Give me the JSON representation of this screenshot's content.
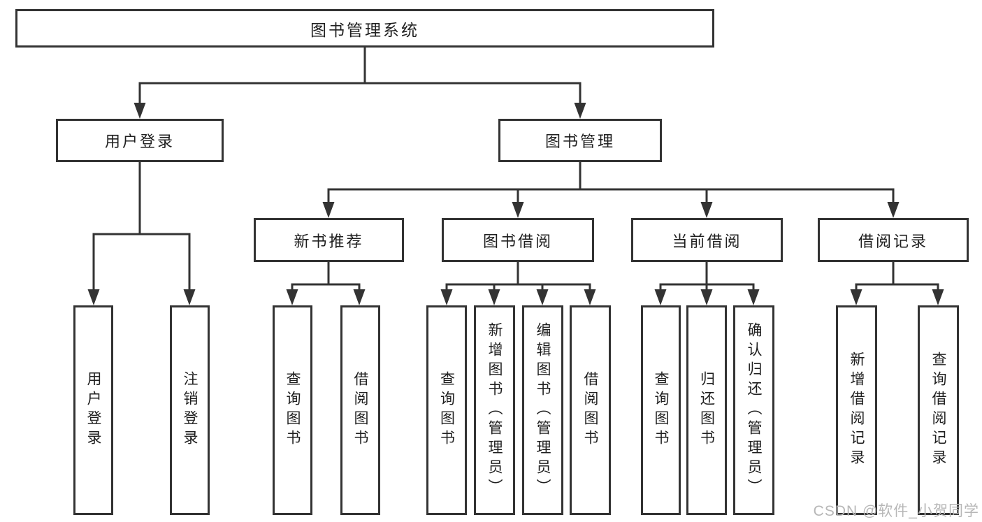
{
  "colors": {
    "line": "#333333",
    "box_border": "#333333",
    "text": "#1f1f1f",
    "background": "#ffffff",
    "watermark": "#b7b7b7"
  },
  "watermark": "CSDN @软件_小贺同学",
  "tree": {
    "root": {
      "label": "图书管理系统"
    },
    "login": {
      "label": "用户登录",
      "children": [
        "用户登录",
        "注销登录"
      ]
    },
    "mgmt": {
      "label": "图书管理",
      "recommend": {
        "label": "新书推荐",
        "children": [
          "查询图书",
          "借阅图书"
        ]
      },
      "borrow": {
        "label": "图书借阅",
        "children": [
          "查询图书",
          "新增图书（管理员）",
          "编辑图书（管理员）",
          "借阅图书"
        ]
      },
      "current": {
        "label": "当前借阅",
        "children": [
          "查询图书",
          "归还图书",
          "确认归还（管理员）"
        ]
      },
      "records": {
        "label": "借阅记录",
        "children": [
          "新增借阅记录",
          "查询借阅记录"
        ]
      }
    }
  }
}
